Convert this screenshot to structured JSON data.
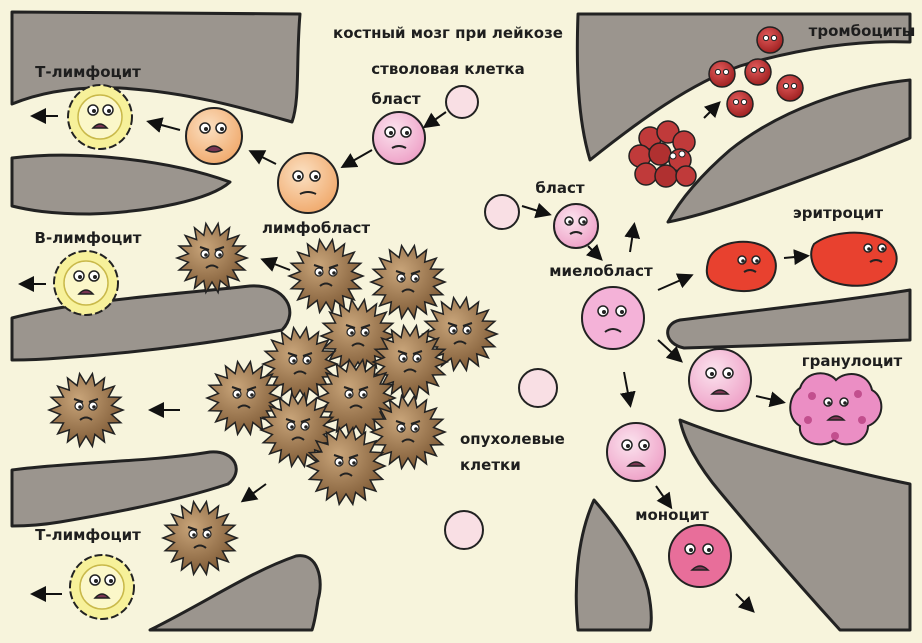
{
  "title": "костный мозг при лейкозе",
  "labels": {
    "stem_cell": "стволовая клетка",
    "blast_top": "бласт",
    "blast_mid": "бласт",
    "lymphoblast": "лимфобласт",
    "t_lymphocyte_top": "Т-лимфоцит",
    "b_lymphocyte": "В-лимфоцит",
    "t_lymphocyte_bottom": "Т-лимфоцит",
    "myeloblast": "миелобласт",
    "platelets": "тромбоциты",
    "erythrocyte": "эритроцит",
    "granulocyte": "гранулоцит",
    "monocyte": "моноцит",
    "tumor_cells_line1": "опухолевые",
    "tumor_cells_line2": "клетки"
  },
  "colors": {
    "marrow_background": "#f7f4dc",
    "bone": "#9b958e",
    "stem_cell": "#f9dfe4",
    "lymphoid_blast": "#f4b4c6",
    "lymphoblast": "#f6c79a",
    "lymphocyte": "#f7f19a",
    "tumor_cell": "#8a6a44",
    "myeloblast": "#f4b2d8",
    "platelet": "#b83030",
    "erythrocyte": "#e8412f",
    "granulocyte": "#eb8ec4",
    "monocyte": "#e86e9a"
  }
}
